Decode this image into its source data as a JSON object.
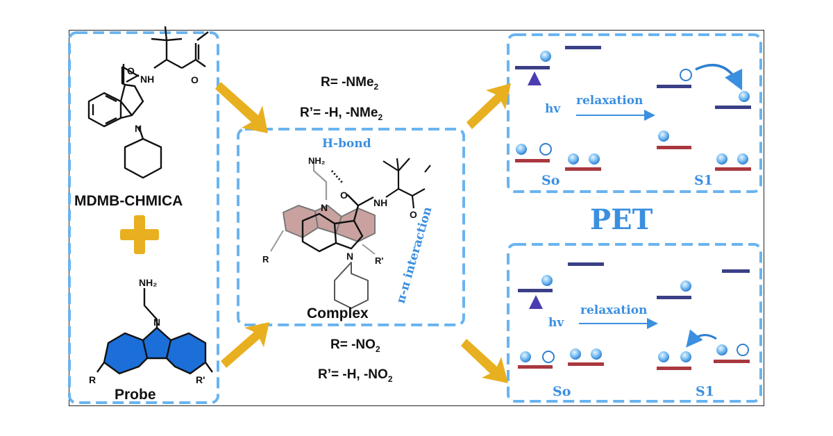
{
  "molecules": {
    "analyte": "MDMB-CHMICA",
    "probe": "Probe",
    "complex": "Complex",
    "amine": "NH",
    "amine2": "NH₂",
    "nitrogen": "N",
    "oxygen": "O",
    "r_sub": "R",
    "r_prime_sub": "R'"
  },
  "conditions": {
    "top_r": "R= -NMe",
    "top_r_sub": "2",
    "top_rp": "R’= -H, -NMe",
    "top_rp_sub": "2",
    "bottom_r": "R= -NO",
    "bottom_r_sub": "2",
    "bottom_rp": "R’= -H, -NO",
    "bottom_rp_sub": "2"
  },
  "interactions": {
    "hbond": "H-bond",
    "pipi": "π-π interaction"
  },
  "mechanism": {
    "title": "PET",
    "hv": "hv",
    "relaxation": "relaxation",
    "s0": "So",
    "s1": "S1"
  },
  "colors": {
    "dashed_box": "#6ab4f0",
    "arrow": "#e8b020",
    "plus": "#e8b020",
    "probe_fill": "#1c6fd8",
    "complex_shade": "#c9a2a0",
    "upper_level": "#3a3f86",
    "lower_level": "#a9383e",
    "text_blue": "#3b8fe0"
  }
}
